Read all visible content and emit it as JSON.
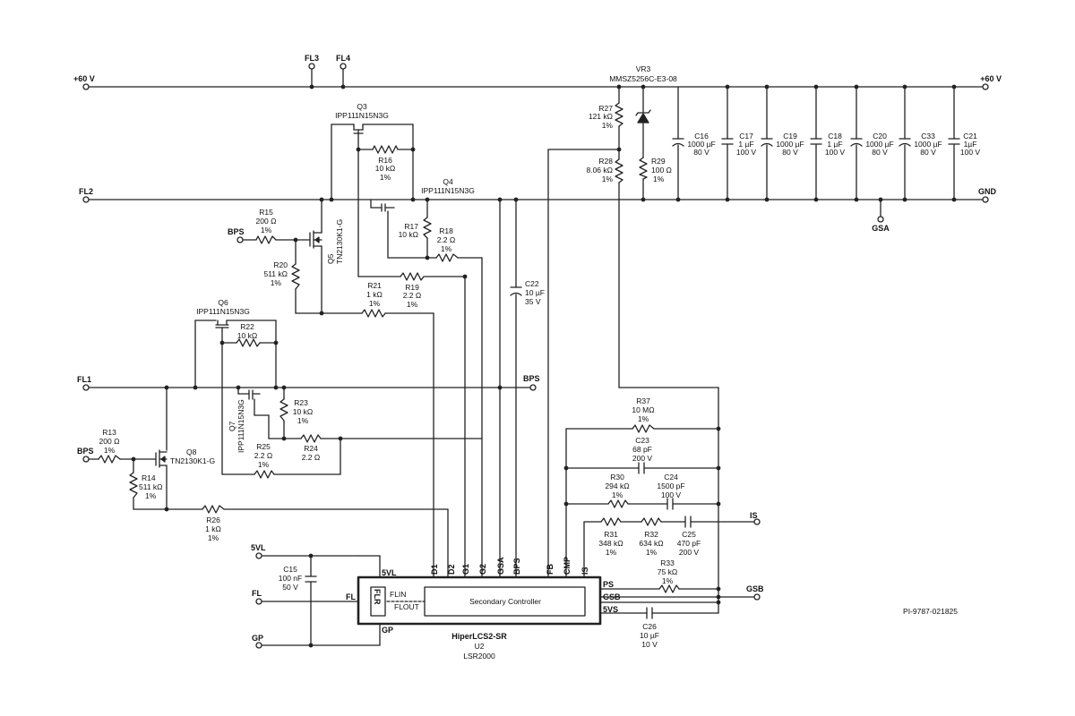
{
  "rails": {
    "pos_left": "+60 V",
    "pos_right": "+60 V",
    "fl2": "FL2",
    "gnd": "GND",
    "fl1": "FL1"
  },
  "terminals": {
    "fl3": "FL3",
    "fl4": "FL4",
    "gsa": "GSA",
    "bps_a": "BPS",
    "bps_b": "BPS",
    "bps_c": "BPS",
    "is": "IS",
    "gsb": "GSB",
    "v5l": "5VL",
    "fl": "FL",
    "gp": "GP"
  },
  "parts": {
    "vr3": {
      "ref": "VR3",
      "value": "MMSZ5256C-E3-08"
    },
    "q3": {
      "ref": "Q3",
      "value": "IPP111N15N3G"
    },
    "q4": {
      "ref": "Q4",
      "value": "IPP111N15N3G"
    },
    "q5": {
      "ref": "Q5",
      "value": "TN2130K1-G"
    },
    "q6": {
      "ref": "Q6",
      "value": "IPP111N15N3G"
    },
    "q7": {
      "ref": "Q7",
      "value": "IPP111N15N3G"
    },
    "q8": {
      "ref": "Q8",
      "value": "TN2130K1-G"
    },
    "r13": [
      "R13",
      "200 Ω",
      "1%"
    ],
    "r14": [
      "R14",
      "511 kΩ",
      "1%"
    ],
    "r15": [
      "R15",
      "200 Ω",
      "1%"
    ],
    "r16": [
      "R16",
      "10 kΩ",
      "1%"
    ],
    "r17": [
      "R17",
      "10 kΩ"
    ],
    "r18": [
      "R18",
      "2.2 Ω",
      "1%"
    ],
    "r19": [
      "R19",
      "2.2 Ω",
      "1%"
    ],
    "r20": [
      "R20",
      "511 kΩ",
      "1%"
    ],
    "r21": [
      "R21",
      "1 kΩ",
      "1%"
    ],
    "r22": [
      "R22",
      "10 kΩ"
    ],
    "r23": [
      "R23",
      "10 kΩ",
      "1%"
    ],
    "r24": [
      "R24",
      "2.2 Ω"
    ],
    "r25": [
      "R25",
      "2.2 Ω",
      "1%"
    ],
    "r26": [
      "R26",
      "1 kΩ",
      "1%"
    ],
    "r27": [
      "R27",
      "121 kΩ",
      "1%"
    ],
    "r28": [
      "R28",
      "8.06 kΩ",
      "1%"
    ],
    "r29": [
      "R29",
      "100 Ω",
      "1%"
    ],
    "r30": [
      "R30",
      "294 kΩ",
      "1%"
    ],
    "r31": [
      "R31",
      "348 kΩ",
      "1%"
    ],
    "r32": [
      "R32",
      "634 kΩ",
      "1%"
    ],
    "r33": [
      "R33",
      "75 kΩ",
      "1%"
    ],
    "r37": [
      "R37",
      "10 MΩ",
      "1%"
    ],
    "c15": [
      "C15",
      "100 nF",
      "50 V"
    ],
    "c16": [
      "C16",
      "1000 µF",
      "80 V"
    ],
    "c17": [
      "C17",
      "1 µF",
      "100 V"
    ],
    "c18": [
      "C18",
      "1 µF",
      "100 V"
    ],
    "c19": [
      "C19",
      "1000 µF",
      "80 V"
    ],
    "c20": [
      "C20",
      "1000 µF",
      "80 V"
    ],
    "c21": [
      "C21",
      "1µF",
      "100 V"
    ],
    "c22": [
      "C22",
      "10 µF",
      "35 V"
    ],
    "c23": [
      "C23",
      "68 pF",
      "200 V"
    ],
    "c24": [
      "C24",
      "1500 pF",
      "100 V"
    ],
    "c25": [
      "C25",
      "470 pF",
      "200 V"
    ],
    "c26": [
      "C26",
      "10 µF",
      "10 V"
    ],
    "c33": [
      "C33",
      "1000 µF",
      "80 V"
    ]
  },
  "ic": {
    "name": "HiperLCS2-SR",
    "ref": "U2",
    "part": "LSR2000",
    "secondary": "Secondary Controller",
    "flr": "FLR",
    "flin": "FLIN",
    "flout": "FLOUT",
    "pins_top": [
      "D1",
      "D2",
      "G1",
      "G2",
      "GSA",
      "BPS",
      "FB",
      "CMP",
      "IS"
    ],
    "pin_5vl": "5VL",
    "pin_fl": "FL",
    "pin_gp": "GP",
    "pin_ps": "PS",
    "pin_gsb": "GSB",
    "pin_5vs": "5VS"
  },
  "doc_id": "PI-9787-021825"
}
